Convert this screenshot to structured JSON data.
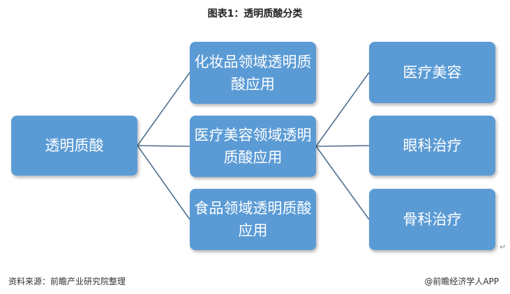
{
  "title": "图表1：透明质酸分类",
  "nodes": {
    "root": "透明质酸",
    "mid": [
      "化妆品领域透明质酸应用",
      "医疗美容领域透明质酸应用",
      "食品领域透明质酸应用"
    ],
    "leaves": [
      "医疗美容",
      "眼科治疗",
      "骨科治疗"
    ]
  },
  "footer": {
    "source": "资料来源：前瞻产业研究院整理",
    "brand": "@前瞻经济学人APP"
  },
  "paragraph_mark": "↵",
  "colors": {
    "box_fill": "#5b9bd5",
    "connector": "#4f6f8f",
    "text": "#ffffff"
  }
}
